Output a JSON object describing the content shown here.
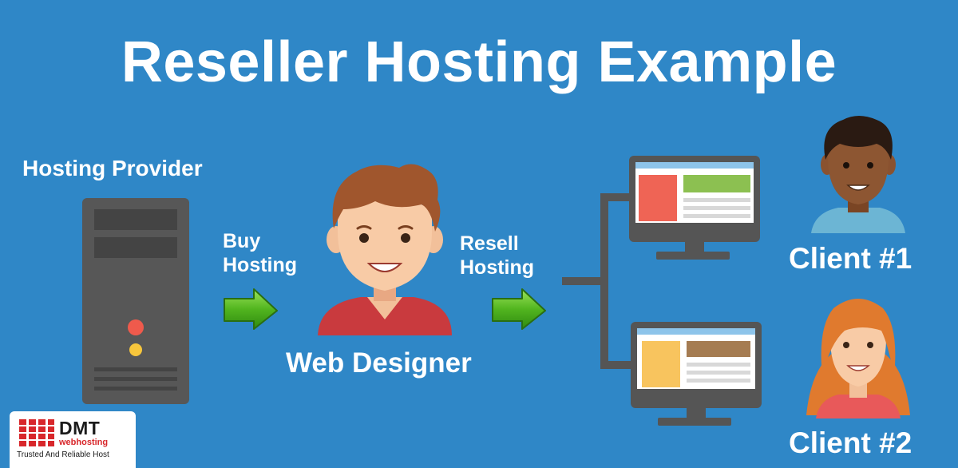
{
  "title": "Reseller Hosting Example",
  "provider": {
    "label": "Hosting Provider"
  },
  "buy": {
    "line1": "Buy",
    "line2": "Hosting"
  },
  "resell": {
    "line1": "Resell",
    "line2": "Hosting"
  },
  "designer": {
    "label": "Web Designer"
  },
  "clients": [
    {
      "label": "Client #1"
    },
    {
      "label": "Client #2"
    }
  ],
  "logo": {
    "brand": "DMT",
    "sub": "webhosting",
    "tagline": "Trusted And Reliable Host"
  },
  "colors": {
    "background": "#2f87c7",
    "arrow": "#4caf1c",
    "server": "#5a5a5a",
    "connector": "#555555"
  }
}
